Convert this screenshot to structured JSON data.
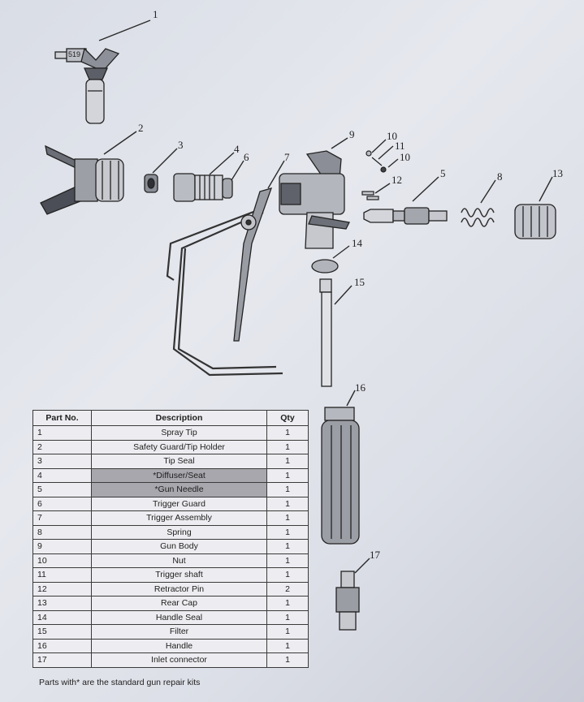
{
  "callouts": {
    "c1": "1",
    "c2": "2",
    "c3": "3",
    "c4": "4",
    "c5": "5",
    "c6": "6",
    "c7": "7",
    "c8": "8",
    "c9": "9",
    "c10a": "10",
    "c11": "11",
    "c10b": "10",
    "c12": "12",
    "c13": "13",
    "c14": "14",
    "c15": "15",
    "c16": "16",
    "c17": "17"
  },
  "tip_marking": "519",
  "table": {
    "headers": {
      "part_no": "Part No.",
      "description": "Description",
      "qty": "Qty"
    },
    "rows": [
      {
        "no": "1",
        "desc": "Spray Tip",
        "qty": "1"
      },
      {
        "no": "2",
        "desc": "Safety Guard/Tip Holder",
        "qty": "1"
      },
      {
        "no": "3",
        "desc": "Tip Seal",
        "qty": "1"
      },
      {
        "no": "4",
        "desc": "*Diffuser/Seat",
        "qty": "1"
      },
      {
        "no": "5",
        "desc": "*Gun Needle",
        "qty": "1"
      },
      {
        "no": "6",
        "desc": "Trigger Guard",
        "qty": "1"
      },
      {
        "no": "7",
        "desc": "Trigger Assembly",
        "qty": "1"
      },
      {
        "no": "8",
        "desc": "Spring",
        "qty": "1"
      },
      {
        "no": "9",
        "desc": "Gun Body",
        "qty": "1"
      },
      {
        "no": "10",
        "desc": "Nut",
        "qty": "1"
      },
      {
        "no": "11",
        "desc": "Trigger shaft",
        "qty": "1"
      },
      {
        "no": "12",
        "desc": "Retractor Pin",
        "qty": "2"
      },
      {
        "no": "13",
        "desc": "Rear Cap",
        "qty": "1"
      },
      {
        "no": "14",
        "desc": "Handle Seal",
        "qty": "1"
      },
      {
        "no": "15",
        "desc": "Filter",
        "qty": "1"
      },
      {
        "no": "16",
        "desc": "Handle",
        "qty": "1"
      },
      {
        "no": "17",
        "desc": "Inlet connector",
        "qty": "1"
      }
    ]
  },
  "footnote": "Parts with* are the standard gun repair kits"
}
